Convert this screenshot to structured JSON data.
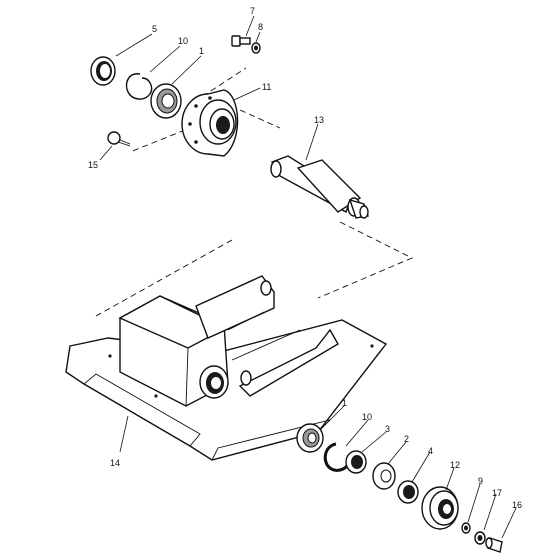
{
  "callouts": {
    "c5_top": "5",
    "c10_top": "10",
    "c1_top": "1",
    "c7": "7",
    "c8": "8",
    "c11": "11",
    "c13": "13",
    "c15": "15",
    "c14": "14",
    "c1_bot": "1",
    "c10_bot": "10",
    "c3": "3",
    "c2": "2",
    "c4": "4",
    "c12": "12",
    "c9": "9",
    "c17": "17",
    "c16": "16"
  }
}
